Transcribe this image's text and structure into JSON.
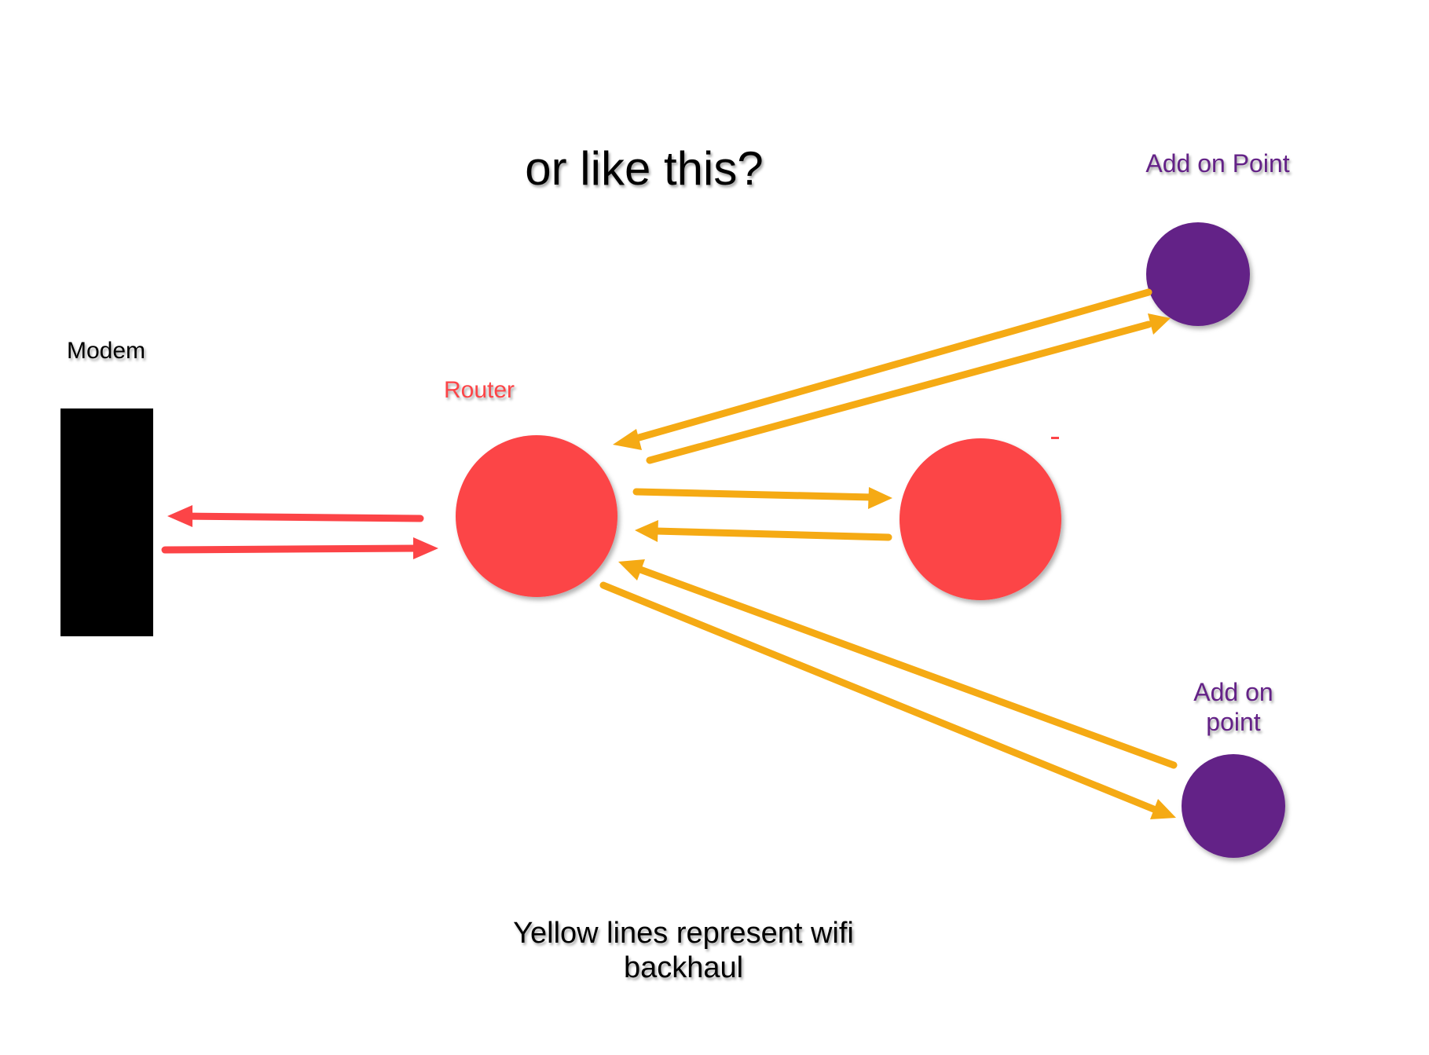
{
  "title": "or like this?",
  "nodes": {
    "modem": {
      "label": "Modem"
    },
    "router": {
      "label": "Router"
    },
    "satellite": {
      "label": "-"
    },
    "addon_top": {
      "label": "Add on Point"
    },
    "addon_bottom": {
      "label_line1": "Add on",
      "label_line2": "point"
    }
  },
  "caption": {
    "line1": "Yellow lines represent wifi",
    "line2": "backhaul"
  },
  "colors": {
    "modem": "#000000",
    "router": "#fc4447",
    "addon": "#642287",
    "wired_link": "#fc4447",
    "wifi_backhaul": "#f5aa14",
    "addon_label": "#642287",
    "router_label": "#fc4447"
  },
  "links": [
    {
      "type": "wired",
      "from": "router",
      "to": "modem"
    },
    {
      "type": "wired",
      "from": "modem",
      "to": "router"
    },
    {
      "type": "wifi_backhaul",
      "from": "addon_top",
      "to": "router"
    },
    {
      "type": "wifi_backhaul",
      "from": "router",
      "to": "addon_top"
    },
    {
      "type": "wifi_backhaul",
      "from": "router",
      "to": "satellite"
    },
    {
      "type": "wifi_backhaul",
      "from": "satellite",
      "to": "router"
    },
    {
      "type": "wifi_backhaul",
      "from": "addon_bottom",
      "to": "router"
    },
    {
      "type": "wifi_backhaul",
      "from": "router",
      "to": "addon_bottom"
    }
  ]
}
